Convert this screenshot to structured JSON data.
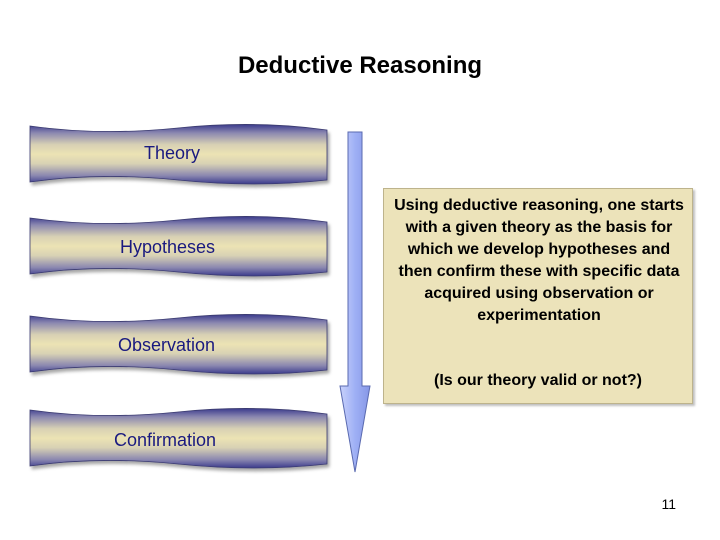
{
  "title": "Deductive Reasoning",
  "steps": [
    {
      "label": "Theory"
    },
    {
      "label": "Hypotheses"
    },
    {
      "label": "Observation"
    },
    {
      "label": "Confirmation"
    }
  ],
  "description": {
    "main": "Using deductive reasoning, one starts with a given theory as the basis for which we develop hypotheses and then confirm these with specific data acquired using observation or experimentation",
    "question": "(Is our theory valid or not?)"
  },
  "page_number": "11",
  "colors": {
    "banner_top": "#3a3a8c",
    "banner_middle": "#ece3b4",
    "label_text": "#1a1a80",
    "arrow_fill": "#9fb0f5",
    "box_fill": "#ece3ba"
  },
  "icons": {
    "flow_arrow": "down-arrow"
  }
}
